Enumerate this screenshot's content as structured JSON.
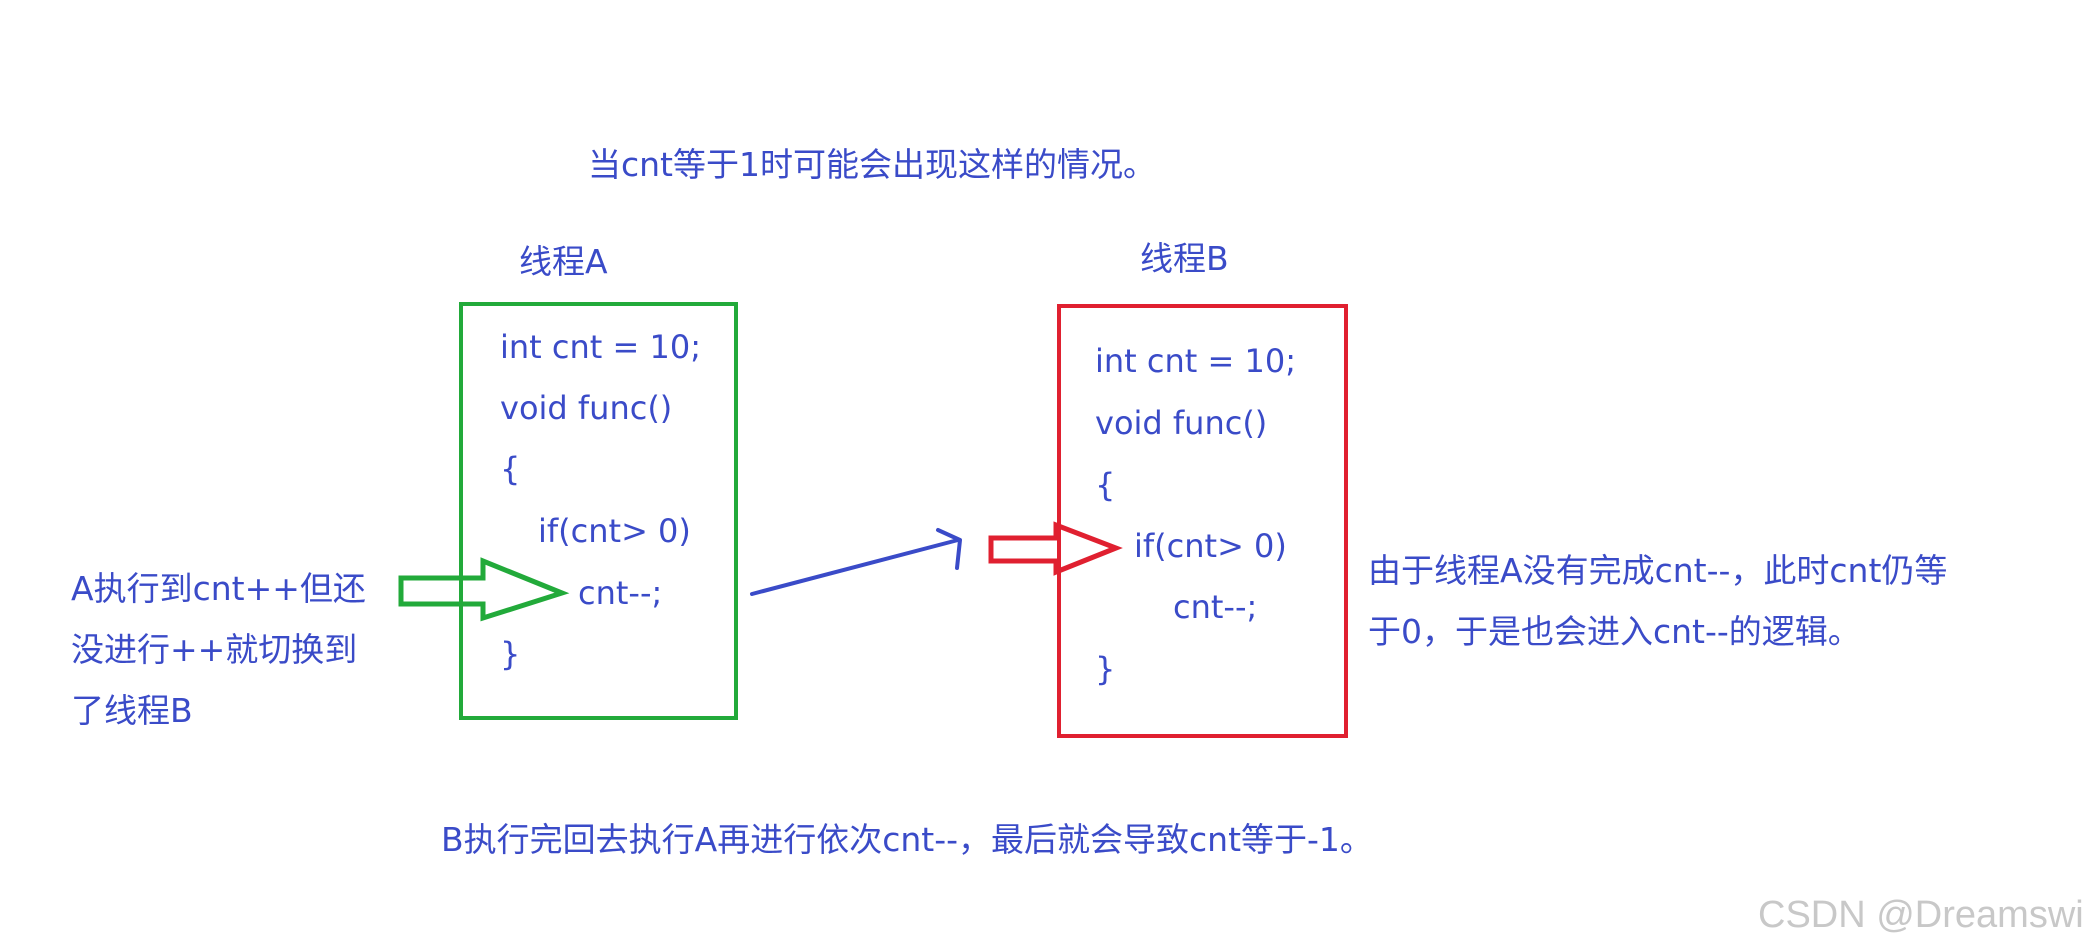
{
  "title": "当cnt等于1时可能会出现这样的情况。",
  "thread_a": {
    "label": "线程A",
    "code": [
      "int cnt = 10;",
      "void func()",
      "{",
      "if(cnt> 0)",
      "cnt--;",
      "}"
    ]
  },
  "thread_b": {
    "label": "线程B",
    "code": [
      "int cnt = 10;",
      "void func()",
      "{",
      "if(cnt> 0)",
      "cnt--;",
      "}"
    ]
  },
  "note_left": [
    "A执行到cnt++但还",
    "没进行++就切换到",
    "了线程B"
  ],
  "note_right": [
    "由于线程A没有完成cnt--，此时cnt仍等",
    "于0，于是也会进入cnt--的逻辑。"
  ],
  "bottom_note": "B执行完回去执行A再进行依次cnt--，最后就会导致cnt等于-1。",
  "watermark": "CSDN @Dreamswi",
  "colors": {
    "text": "#3a4bc8",
    "thread_a_box": "#22aa3a",
    "thread_b_box": "#e02030",
    "arrow_blue": "#3a4bc8",
    "watermark": "#c8c8c8"
  }
}
